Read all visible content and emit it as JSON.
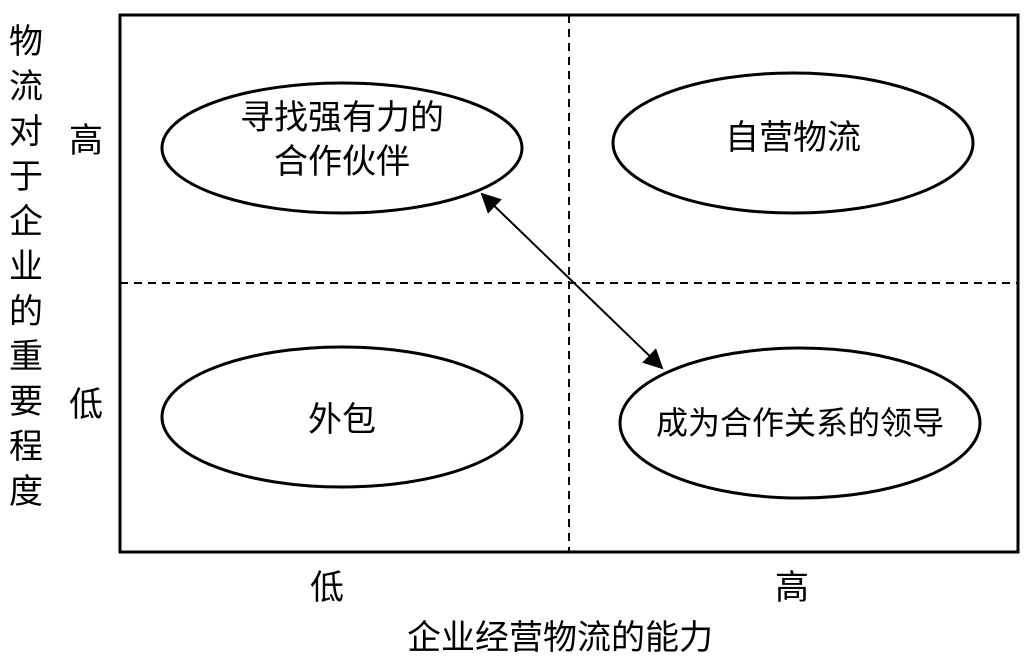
{
  "y_axis": {
    "title": "物流对于企业的重要程度",
    "high_label": "高",
    "low_label": "低"
  },
  "x_axis": {
    "title": "企业经营物流的能力",
    "low_label": "低",
    "high_label": "高"
  },
  "quadrants": {
    "top_left": {
      "line1": "寻找强有力的",
      "line2": "合作伙伴"
    },
    "top_right": {
      "label": "自营物流"
    },
    "bottom_left": {
      "label": "外包"
    },
    "bottom_right": {
      "label": "成为合作关系的领导"
    }
  },
  "colors": {
    "line": "#000000",
    "background": "#ffffff"
  }
}
